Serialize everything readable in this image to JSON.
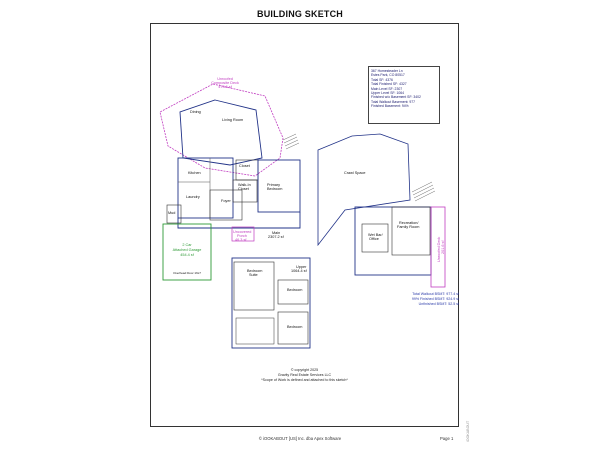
{
  "document": {
    "title": "BUILDING SKETCH",
    "page_label": "Page 1",
    "software_credit": "© iOOKABOUT [US] Inc. dba Apex Software",
    "copyright_lines": [
      "© copyright 2025",
      "Gravity Real Estate Services LLC",
      "*Scope of Work is defined and attached to this sketch*"
    ],
    "side_stamp": "iOOKABOUT"
  },
  "property_info": [
    "367 Homesteader Ln",
    "Estes Park, CO 80517",
    "Total SF: 4376",
    "Total Finished SF: 4327",
    "Main Level SF: 2307",
    "Upper Level SF: 1064",
    "Finished w/o Basement SF: 3402",
    "Total Walkout Basement: 977",
    "Finished Basement: 94%"
  ],
  "floor_plan": {
    "unroofed_deck_label": [
      "Unroofed",
      "Composite Deck",
      "473.6 sf"
    ],
    "rooms_main": {
      "dining": "Dining",
      "living": "Living Room",
      "kitchen": "Kitchen",
      "laundry": "Laundry",
      "mud": "Mud",
      "foyer": "Foyer",
      "closet": "Closet",
      "walkin": [
        "Walk-In",
        "Closet"
      ],
      "primary": [
        "Primary",
        "Bedroom"
      ],
      "main_label": [
        "Main",
        "2307.2 sf"
      ],
      "porch": [
        "Uncovered",
        "Porch",
        "46.3 sf"
      ],
      "garage": [
        "2 Car",
        "Attached Garage",
        "454.4 sf"
      ],
      "garage_door": "Overhead Door 16x7"
    },
    "rooms_upper": {
      "bed_suite": [
        "Bedroom",
        "Suite"
      ],
      "bedroom2": "Bedroom",
      "bedroom3": "Bedroom",
      "upper_label": [
        "Upper",
        "1064.4 sf"
      ]
    },
    "rooms_basement": {
      "crawl": "Crawl Space",
      "wet_bar": [
        "Wet Bar/",
        "Office"
      ],
      "recreation": [
        "Recreation/",
        "Family Room"
      ],
      "unroofed_deck": [
        "Unroofed Deck",
        "201.6 sf"
      ]
    },
    "basement_stats": [
      "Total Walkout BSMT: 977.4 sf",
      "99% Finished BSMT: 924.9 sf",
      "Unfinished BSMT: 52.5 sf"
    ]
  },
  "colors": {
    "deck": "#c03cc0",
    "garage": "#2e9a36",
    "outline": "#223388",
    "walls": "#333333"
  }
}
